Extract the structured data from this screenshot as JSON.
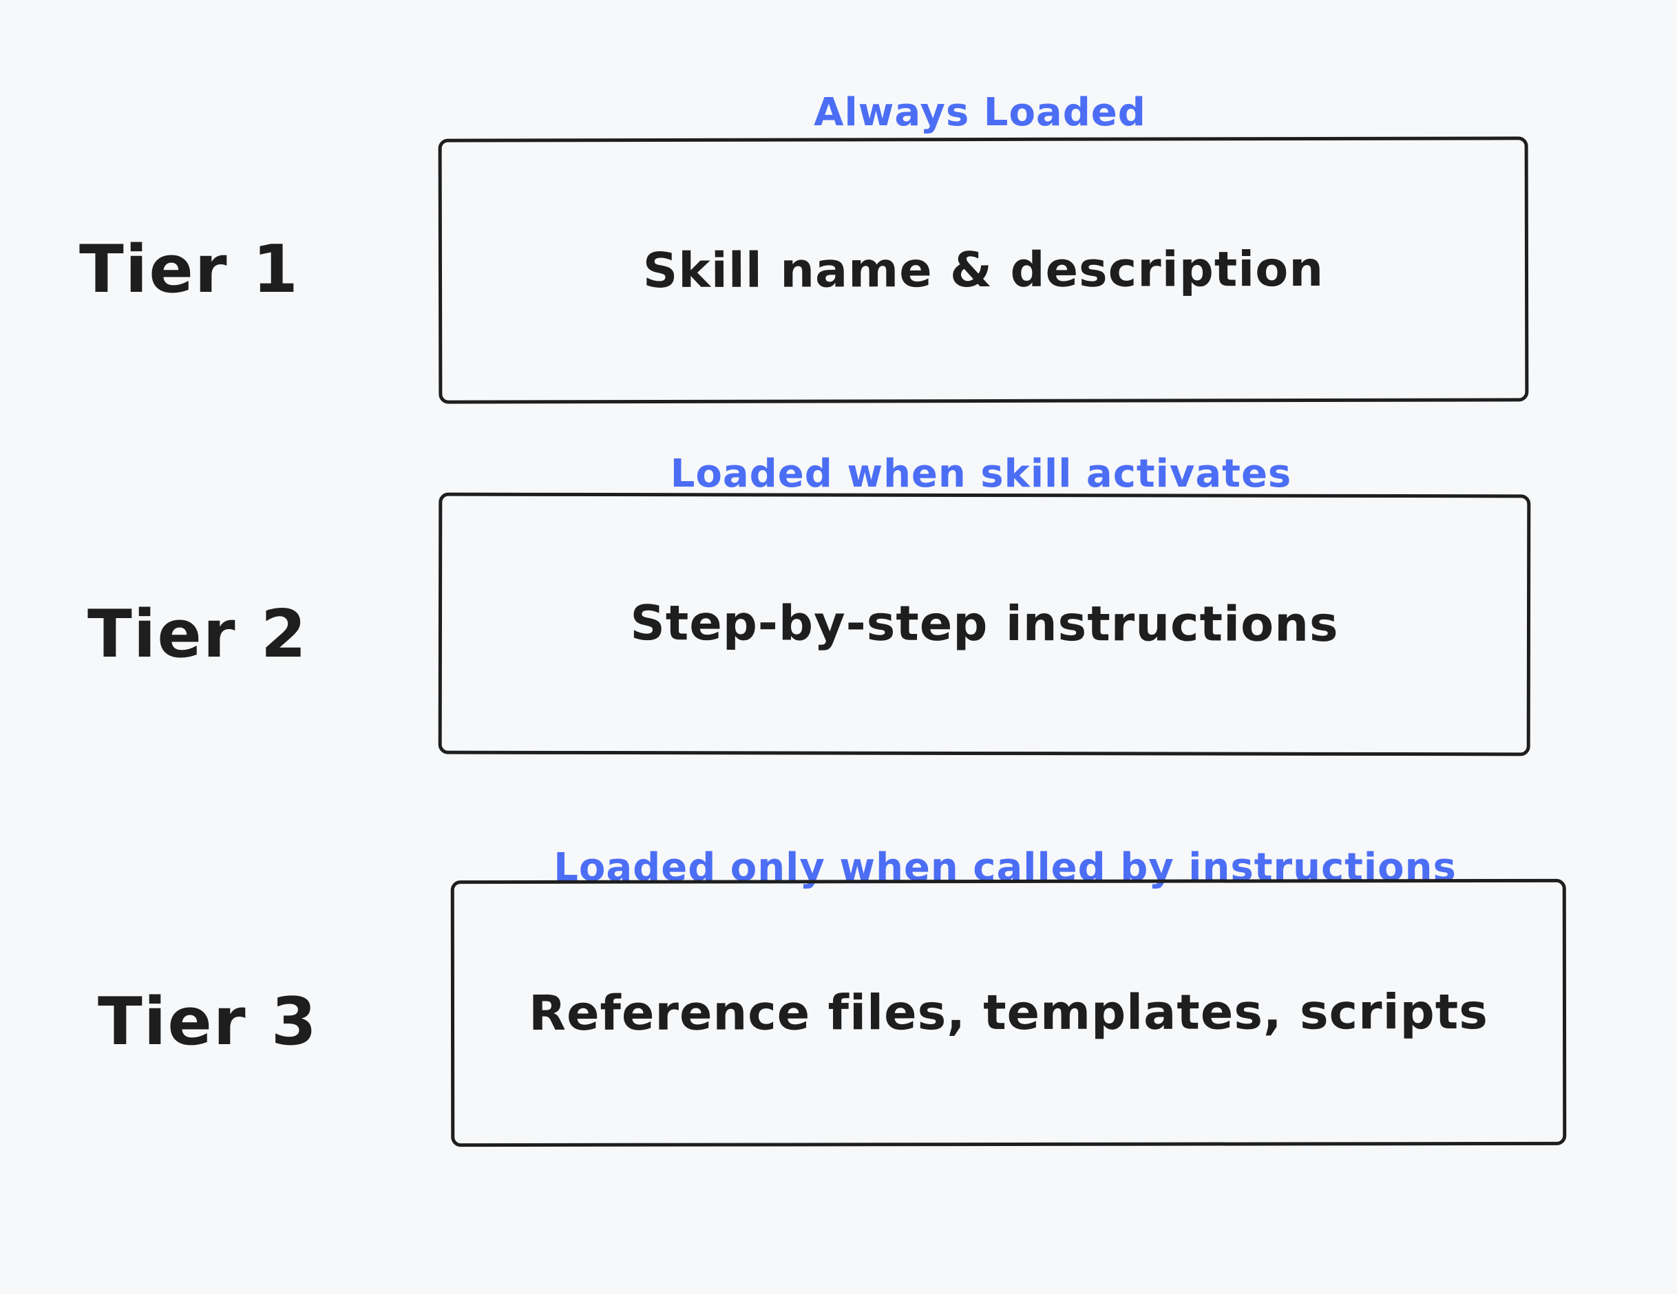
{
  "canvas": {
    "background_color": "#f7f8fa",
    "stroke_color": "#1e1e1e",
    "accent_color": "#4c6ef5"
  },
  "diagram": {
    "tiers": [
      {
        "label": "Tier 1",
        "loading_condition": "Always Loaded",
        "content": "Skill name & description"
      },
      {
        "label": "Tier 2",
        "loading_condition": "Loaded when skill activates",
        "content": "Step-by-step instructions"
      },
      {
        "label": "Tier 3",
        "loading_condition": "Loaded only when called by instructions",
        "content": "Reference files, templates, scripts"
      }
    ]
  }
}
